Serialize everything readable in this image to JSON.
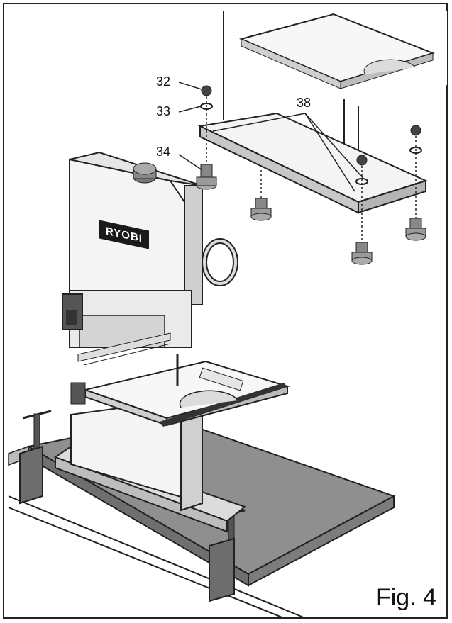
{
  "figure": {
    "caption": "Fig. 4",
    "brand": "RYOBI",
    "callouts": {
      "c32": "32",
      "c33": "33",
      "c34": "34",
      "c38": "38"
    }
  },
  "colors": {
    "line": "#1a1a1a",
    "bench": "#8f8f8f",
    "machine": "#f2f2f2",
    "shade": "#c9c9c9"
  }
}
